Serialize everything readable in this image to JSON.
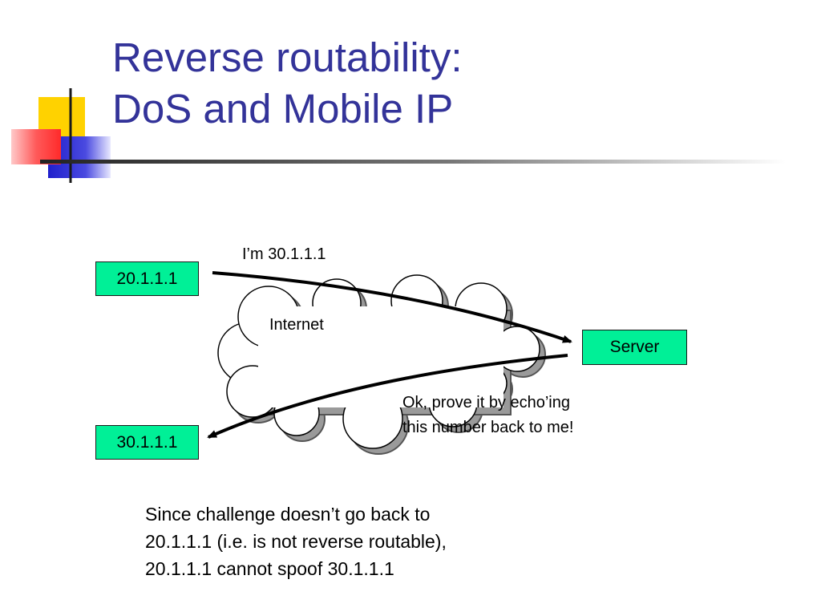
{
  "title": {
    "line1": "Reverse routability:",
    "line2": "DoS and Mobile IP"
  },
  "diagram": {
    "host_a": "20.1.1.1",
    "host_b": "30.1.1.1",
    "server": "Server",
    "cloud_label": "Internet",
    "claim_message": "I’m 30.1.1.1",
    "challenge_message": {
      "line1": "Ok, prove it by echo’ing",
      "line2": "this number back to me!"
    }
  },
  "note": {
    "line1": "Since challenge doesn’t go back to",
    "line2": "20.1.1.1 (i.e. is not reverse routable),",
    "line3": "20.1.1.1 cannot spoof 30.1.1.1"
  },
  "colors": {
    "title": "#333399",
    "node_fill": "#00f097",
    "accent_yellow": "#ffd200",
    "accent_red": "#ff3b3b",
    "accent_blue": "#2a2ad6"
  }
}
